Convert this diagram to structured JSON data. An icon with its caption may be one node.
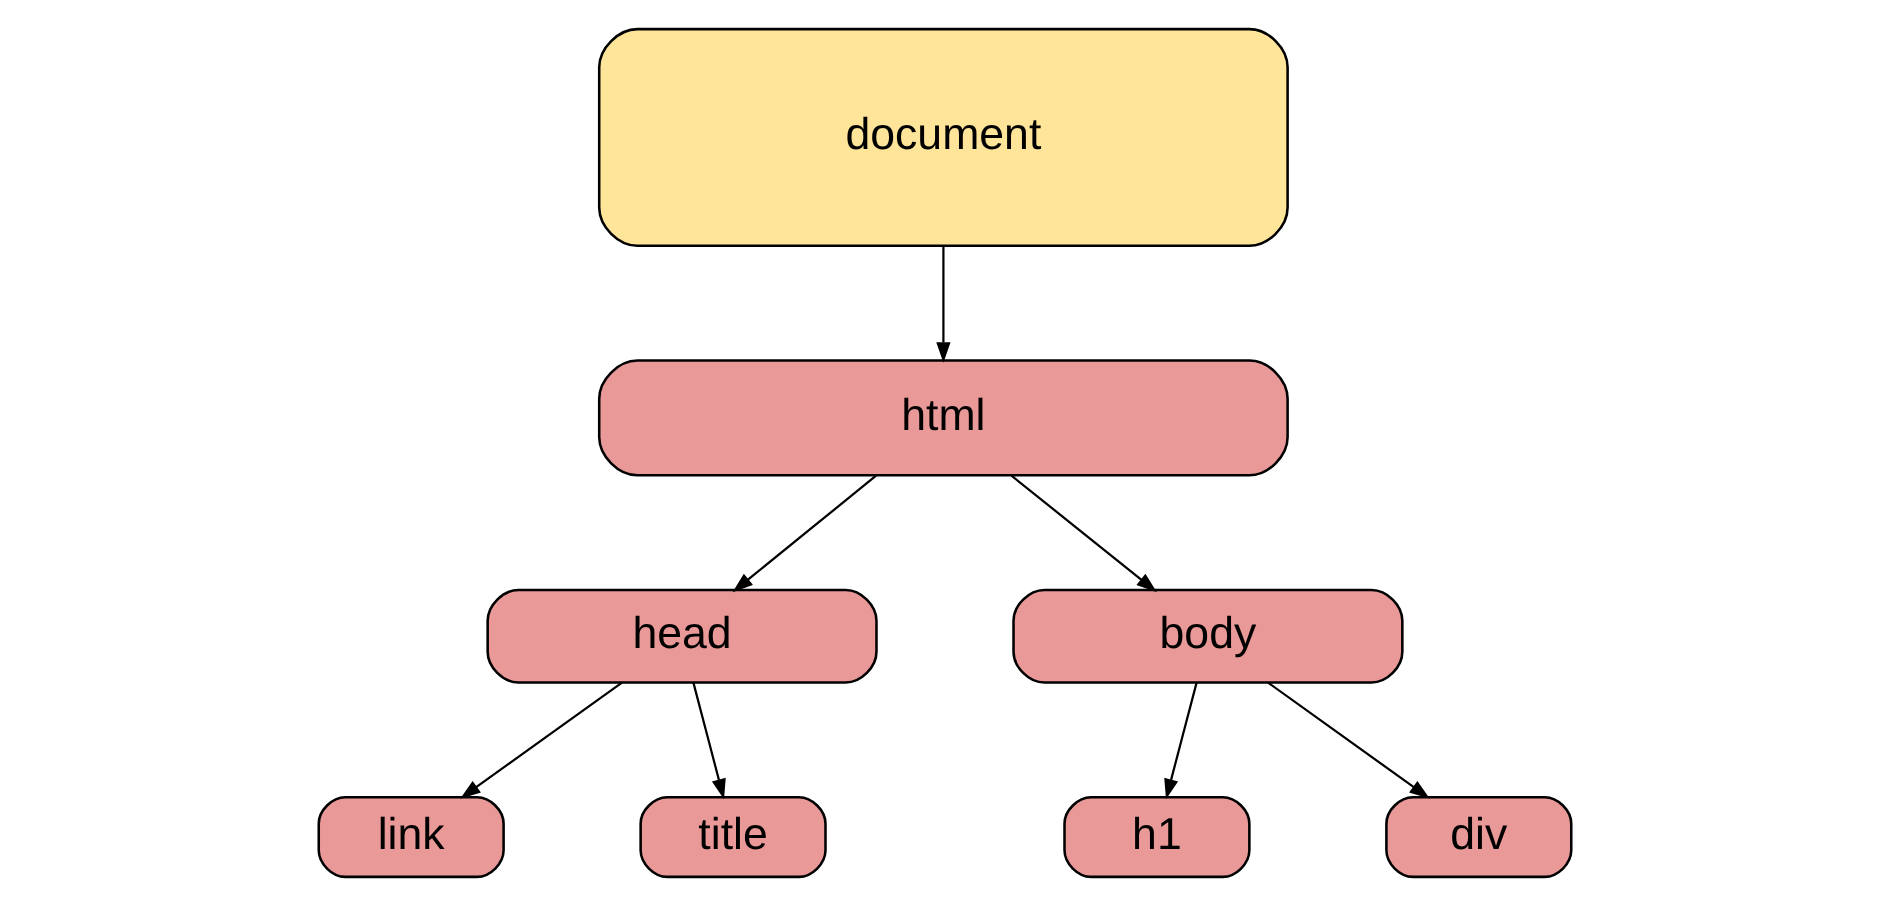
{
  "diagram": {
    "nodes": [
      {
        "text": [
          "document"
        ]
      },
      {
        "text": [
          "html"
        ]
      },
      {
        "text": [
          "head"
        ]
      },
      {
        "text": [
          "body"
        ]
      },
      {
        "text": [
          "link"
        ]
      },
      {
        "text": [
          "title"
        ]
      },
      {
        "text": [
          "h1"
        ]
      },
      {
        "text": [
          "div"
        ]
      }
    ],
    "edges": [
      {
        "from": 0,
        "to": 1,
        "arrow": "to"
      },
      {
        "from": 1,
        "to": 2,
        "arrow": "to"
      },
      {
        "from": 1,
        "to": 3,
        "arrow": "to"
      },
      {
        "from": 2,
        "to": 4,
        "arrow": "to"
      },
      {
        "from": 2,
        "to": 5,
        "arrow": "to"
      },
      {
        "from": 3,
        "to": 6,
        "arrow": "to"
      },
      {
        "from": 3,
        "to": 7,
        "arrow": "to"
      }
    ]
  }
}
